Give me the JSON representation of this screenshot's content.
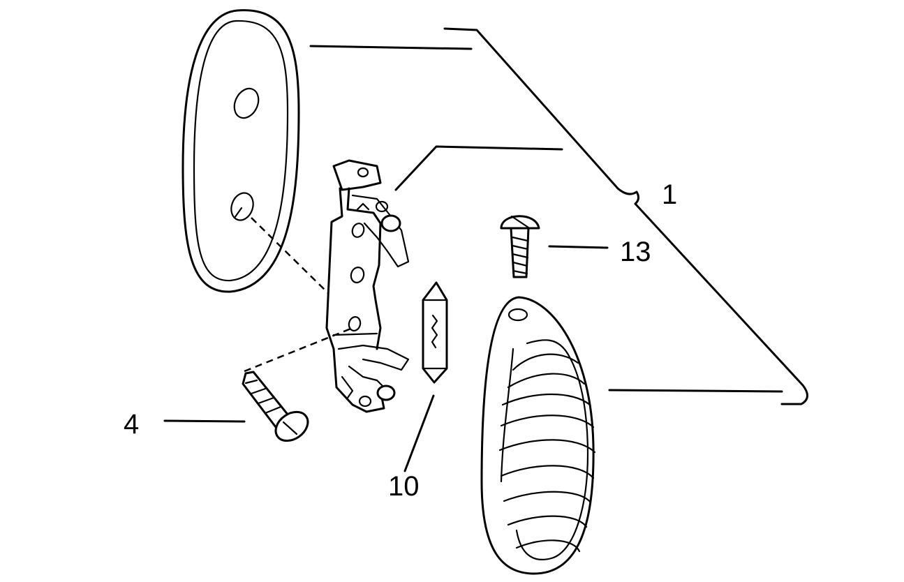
{
  "diagram": {
    "callouts": {
      "assembly": "1",
      "screw_large": "4",
      "bulb": "10",
      "screw_small": "13"
    }
  }
}
